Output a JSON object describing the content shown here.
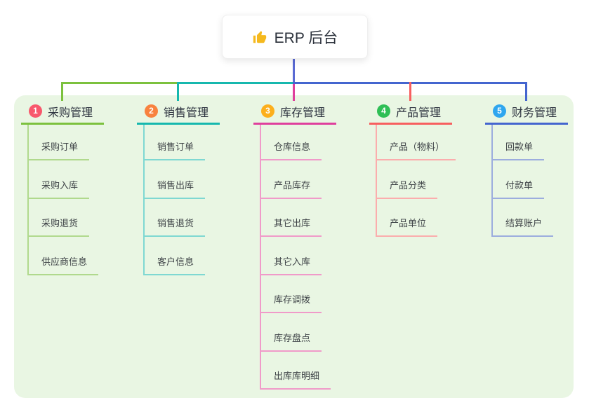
{
  "root": {
    "label": "ERP 后台",
    "icon": "thumbs-up",
    "icon_color": "#f5b91e",
    "connector_color": "#5a6ad3"
  },
  "canvas": {
    "panel_bg": "#e9f6e3",
    "outer_bg": "#ffffff"
  },
  "branches": [
    {
      "badge": "1",
      "label": "采购管理",
      "badge_color": "#f8586c",
      "line_color": "#7cc13e",
      "child_line_color": "#b0d98d",
      "children": [
        "采购订单",
        "采购入库",
        "采购退货",
        "供应商信息"
      ]
    },
    {
      "badge": "2",
      "label": "销售管理",
      "badge_color": "#f8823f",
      "line_color": "#16b8ae",
      "child_line_color": "#7fd8d2",
      "children": [
        "销售订单",
        "销售出库",
        "销售退货",
        "客户信息"
      ]
    },
    {
      "badge": "3",
      "label": "库存管理",
      "badge_color": "#fcaf1c",
      "line_color": "#df3f9d",
      "child_line_color": "#f09ac9",
      "children": [
        "仓库信息",
        "产品库存",
        "其它出库",
        "其它入库",
        "库存调拨",
        "库存盘点",
        "出库库明细"
      ]
    },
    {
      "badge": "4",
      "label": "产品管理",
      "badge_color": "#2ebf55",
      "line_color": "#f75f5f",
      "child_line_color": "#fbadad",
      "children": [
        "产品（物料）",
        "产品分类",
        "产品单位"
      ]
    },
    {
      "badge": "5",
      "label": "财务管理",
      "badge_color": "#2fa6ef",
      "line_color": "#4465cf",
      "child_line_color": "#9cadde",
      "children": [
        "回款单",
        "付款单",
        "结算账户"
      ]
    }
  ]
}
